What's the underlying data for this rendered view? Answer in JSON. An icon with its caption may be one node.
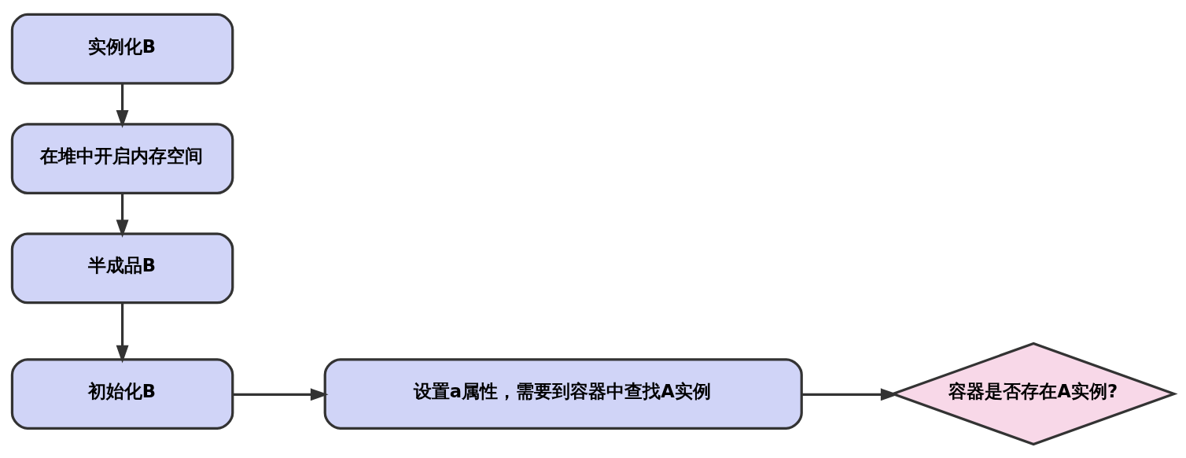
{
  "diagram": {
    "nodes": [
      {
        "text": [
          "实例化B"
        ]
      },
      {
        "text": [
          "在堆中开启内存空间"
        ]
      },
      {
        "text": [
          "半成品B"
        ]
      },
      {
        "text": [
          "初始化B"
        ]
      },
      {
        "text": [
          "设置a属性，需要到容器中查找A实例"
        ]
      },
      {
        "text": [
          "容器是否存在A实例?"
        ]
      }
    ],
    "edges": [
      {
        "from": 0,
        "to": 1,
        "arrow": "to"
      },
      {
        "from": 1,
        "to": 2,
        "arrow": "to"
      },
      {
        "from": 2,
        "to": 3,
        "arrow": "to"
      },
      {
        "from": 3,
        "to": 4,
        "arrow": "to"
      },
      {
        "from": 4,
        "to": 5,
        "arrow": "to"
      }
    ]
  }
}
